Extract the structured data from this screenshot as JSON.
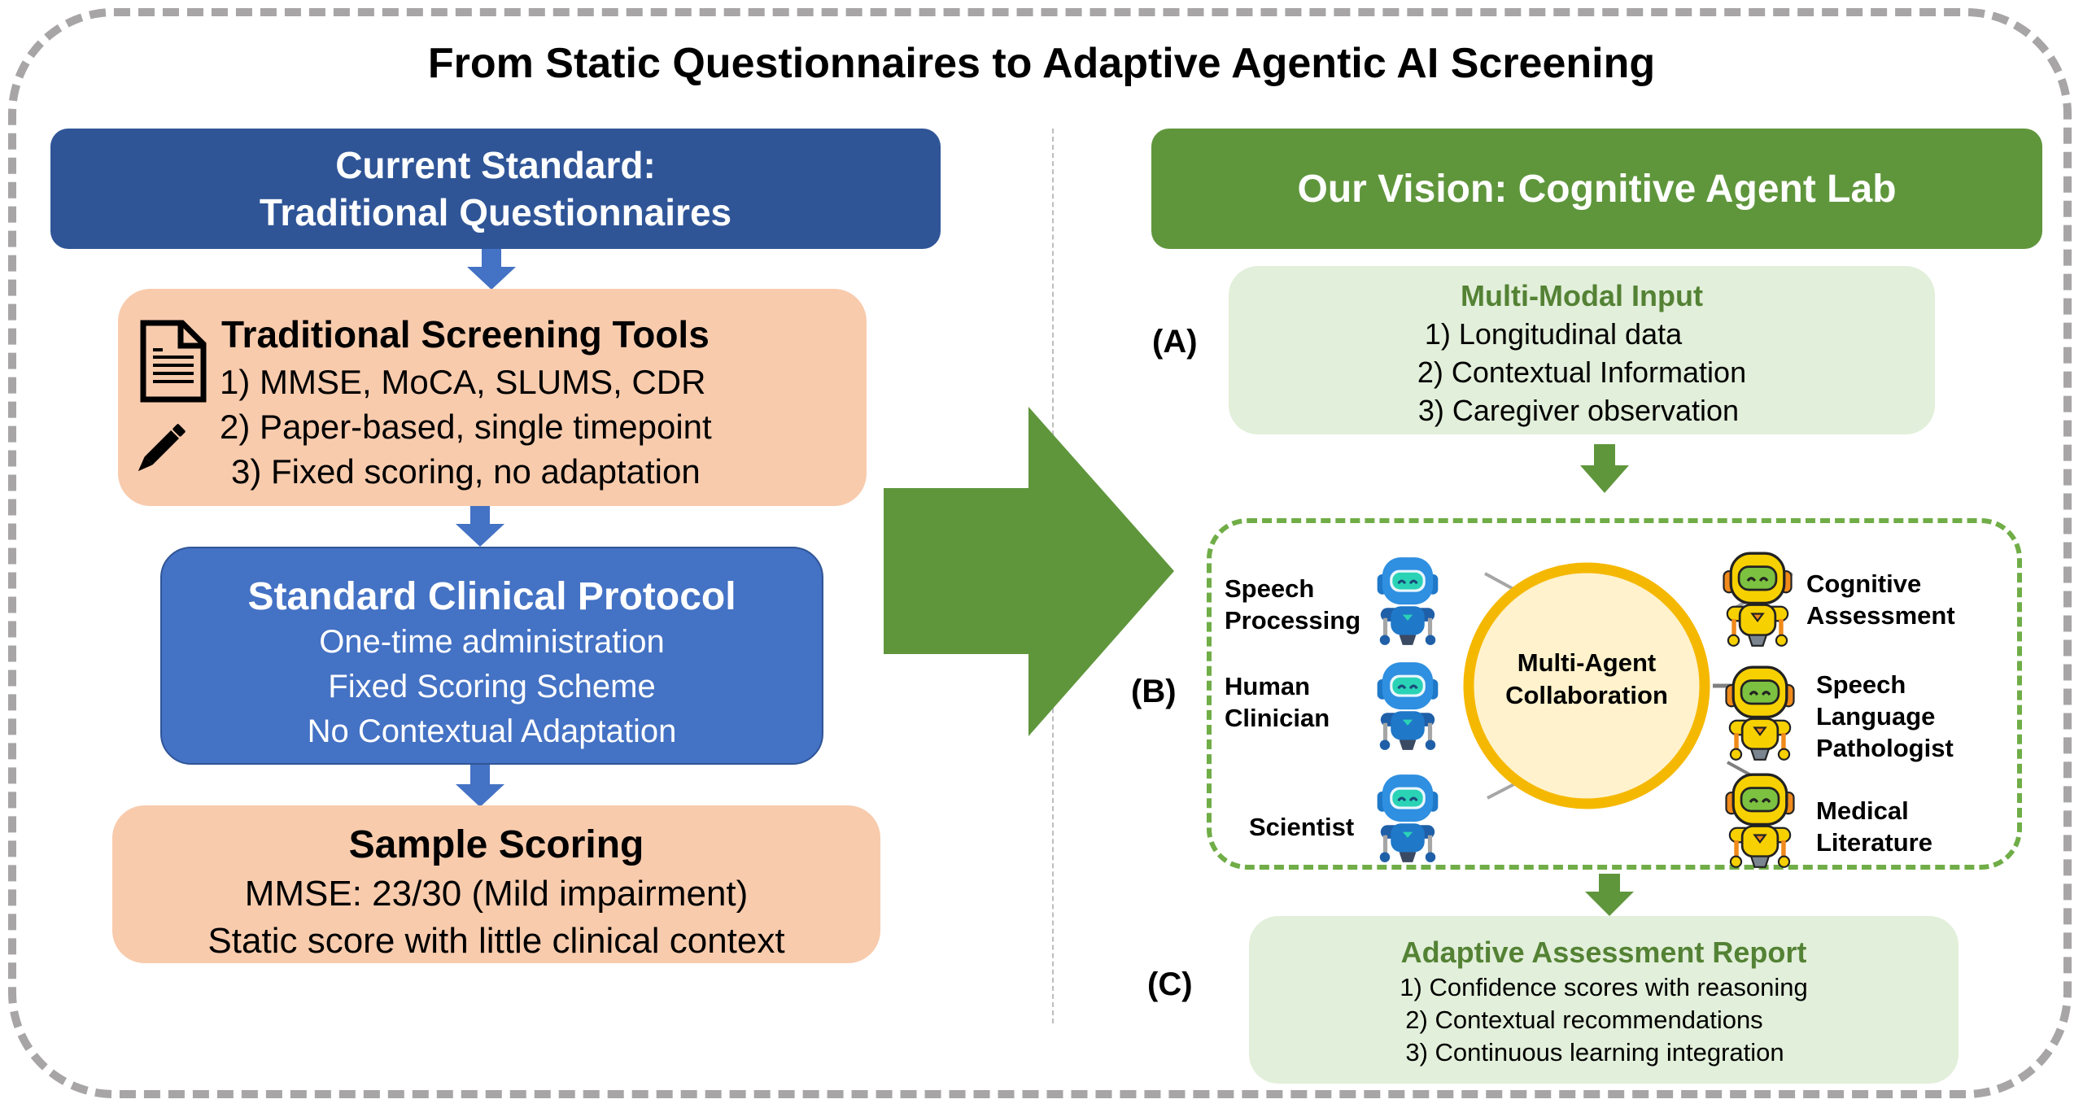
{
  "title": "From Static Questionnaires to Adaptive Agentic AI Screening",
  "left_panel": {
    "header": "Current Standard: Traditional Questionnaires",
    "screening_tools": {
      "icons": [
        "document-icon",
        "pencil-icon"
      ],
      "title": "Traditional Screening Tools",
      "items": [
        "1)  MMSE, MoCA, SLUMS, CDR",
        "2) Paper-based, single timepoint",
        "3)  Fixed scoring, no adaptation"
      ]
    },
    "protocol": {
      "title": "Standard Clinical Protocol",
      "items": [
        "One-time administration",
        "Fixed Scoring Scheme",
        "No Contextual Adaptation"
      ]
    },
    "scoring": {
      "title": "Sample Scoring",
      "items": [
        "MMSE: 23/30 (Mild impairment)",
        "Static score with little clinical context"
      ]
    }
  },
  "right_panel": {
    "header": "Our Vision: Cognitive Agent Lab",
    "section_a": {
      "label": "(A)",
      "title": "Multi-Modal Input",
      "items": [
        "1)  Longitudinal data",
        "2) Contextual Information",
        "3)  Caregiver observation"
      ]
    },
    "section_b": {
      "label": "(B)",
      "center": [
        "Multi-Agent",
        "Collaboration"
      ],
      "left_agents": [
        {
          "lines": [
            "Speech",
            "Processing"
          ],
          "icon": "blue-robot-icon"
        },
        {
          "lines": [
            "Human",
            "Clinician"
          ],
          "icon": "blue-robot-icon"
        },
        {
          "lines": [
            "Scientist"
          ],
          "icon": "blue-robot-icon"
        }
      ],
      "right_agents": [
        {
          "lines": [
            "Cognitive",
            "Assessment"
          ],
          "icon": "yellow-robot-icon"
        },
        {
          "lines": [
            "Speech",
            "Language",
            "Pathologist"
          ],
          "icon": "yellow-robot-icon"
        },
        {
          "lines": [
            "Medical",
            "Literature"
          ],
          "icon": "yellow-robot-icon"
        }
      ]
    },
    "section_c": {
      "label": "(C)",
      "title": "Adaptive Assessment Report",
      "items": [
        "1) Confidence scores with reasoning",
        "2) Contextual recommendations",
        "3) Continuous learning integration"
      ]
    }
  },
  "colors": {
    "blue_dark": "#2f5597",
    "blue": "#4472c4",
    "peach": "#f8cbad",
    "green": "#5f963c",
    "green_text": "#548235",
    "green_light": "#e2efda",
    "gold": "#f5b800",
    "frame_gray": "#a7a5a5"
  }
}
